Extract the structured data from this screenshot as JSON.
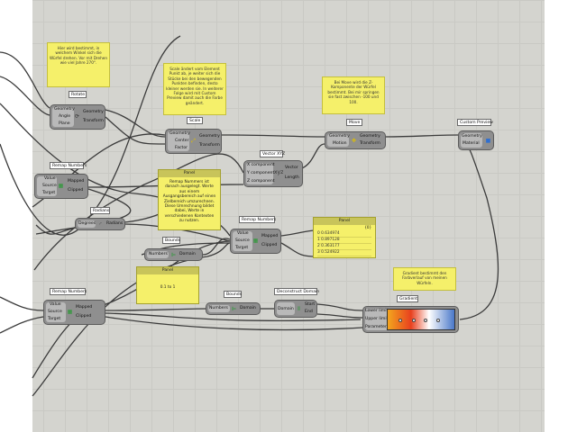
{
  "notes": {
    "angle": "Hier wird bestimmt, in welchem Winkel sich die Würfel drehen. Vor mit Drehen wie viel Jahre 270°.",
    "scale": "Scale ändert vom Element Punkt ab, je weiter sich die Stücke bei den bewegenden Punkten befinden, desto kleiner werden sie. In weiterer Folge wird mit Custom Preview damit auch die Farbe geändert.",
    "move": "Bei Move wird die Z-Komponente der Würfel bestimmt. Bei mir springen sie fast zwischen -100 und 100.",
    "gradient": "Gradient bestimmt den Farbverlauf von meinen Würfeln."
  },
  "components": {
    "rotate": {
      "title": "Rotate",
      "inputs": [
        "Geometry",
        "Angle",
        "Plane"
      ],
      "outputs": [
        "Geometry",
        "Transform"
      ]
    },
    "scale": {
      "title": "Scale",
      "inputs": [
        "Geometry",
        "Center",
        "Factor"
      ],
      "outputs": [
        "Geometry",
        "Transform"
      ]
    },
    "move": {
      "title": "Move",
      "inputs": [
        "Geometry",
        "Motion"
      ],
      "outputs": [
        "Geometry",
        "Transform"
      ]
    },
    "custom_preview": {
      "title": "Custom Preview",
      "inputs": [
        "Geometry",
        "Material"
      ]
    },
    "vector_xyz": {
      "title": "Vector XYZ",
      "inputs": [
        "X component",
        "Y component",
        "Z component"
      ],
      "outputs": [
        "Vector",
        "Length"
      ]
    },
    "remap1": {
      "title": "Remap Numbers",
      "inputs": [
        "Value",
        "Source",
        "Target"
      ],
      "outputs": [
        "Mapped",
        "Clipped"
      ]
    },
    "radians": {
      "title": "Radians",
      "inputs": [
        "Degrees"
      ],
      "outputs": [
        "Radians"
      ]
    },
    "remap2": {
      "title": "Remap Numbers",
      "inputs": [
        "Value",
        "Source",
        "Target"
      ],
      "outputs": [
        "Mapped",
        "Clipped"
      ]
    },
    "bounds1": {
      "title": "Bounds",
      "inputs": [
        "Numbers"
      ],
      "outputs": [
        "Domain"
      ]
    },
    "remap3": {
      "title": "Remap Numbers",
      "inputs": [
        "Value",
        "Source",
        "Target"
      ],
      "outputs": [
        "Mapped",
        "Clipped"
      ]
    },
    "bounds2": {
      "title": "Bounds",
      "inputs": [
        "Numbers"
      ],
      "outputs": [
        "Domain"
      ]
    },
    "deconstruct": {
      "title": "Deconstruct Domain",
      "inputs": [
        "Domain"
      ],
      "outputs": [
        "Start",
        "End"
      ]
    },
    "gradient": {
      "title": "Gradient",
      "inputs": [
        "Lower limit",
        "Upper limit",
        "Parameter"
      ]
    }
  },
  "panels": {
    "panel1": {
      "title": "Panel",
      "text": "Remap Nummers ist danach ausgelegt. Werte aus einem Ausgangsbereich auf einen Zielbereich umzurechnen. Diese Umrechnung bildet dabei, Werte in verschiedenen Kontexten zu nutzen."
    },
    "panel2": {
      "title": "Panel",
      "header_path": "{0}",
      "rows": [
        "0 0.634974",
        "1 0.897128",
        "2 0.363177",
        "3 0.524922"
      ]
    },
    "panel3": {
      "title": "Panel",
      "text": "0.1 to 1"
    }
  },
  "gradient_colors": [
    "#f3a51e",
    "#e8411f",
    "#ffffff",
    "#4a78c9"
  ],
  "icon_names": [
    "shuffle-icon",
    "remap-icon",
    "radians-icon",
    "bounds-icon",
    "deconstruct-icon",
    "preview-icon"
  ]
}
